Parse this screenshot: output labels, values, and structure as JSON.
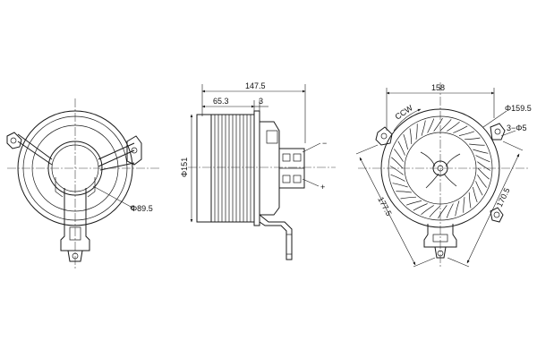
{
  "views": {
    "left": {
      "diameter_label": "Φ89.5"
    },
    "middle": {
      "overall_width": "147.5",
      "motor_width": "65.3",
      "flange_gap": "3",
      "diameter_label": "Φ151",
      "terminal_negative": "−",
      "terminal_positive": "+"
    },
    "right": {
      "span_width": "158",
      "diameter_label": "Φ159.5",
      "hole_label": "3−Φ5",
      "rotation": "CCW",
      "left_diagonal": "177.5",
      "right_diagonal": "170.5"
    }
  }
}
